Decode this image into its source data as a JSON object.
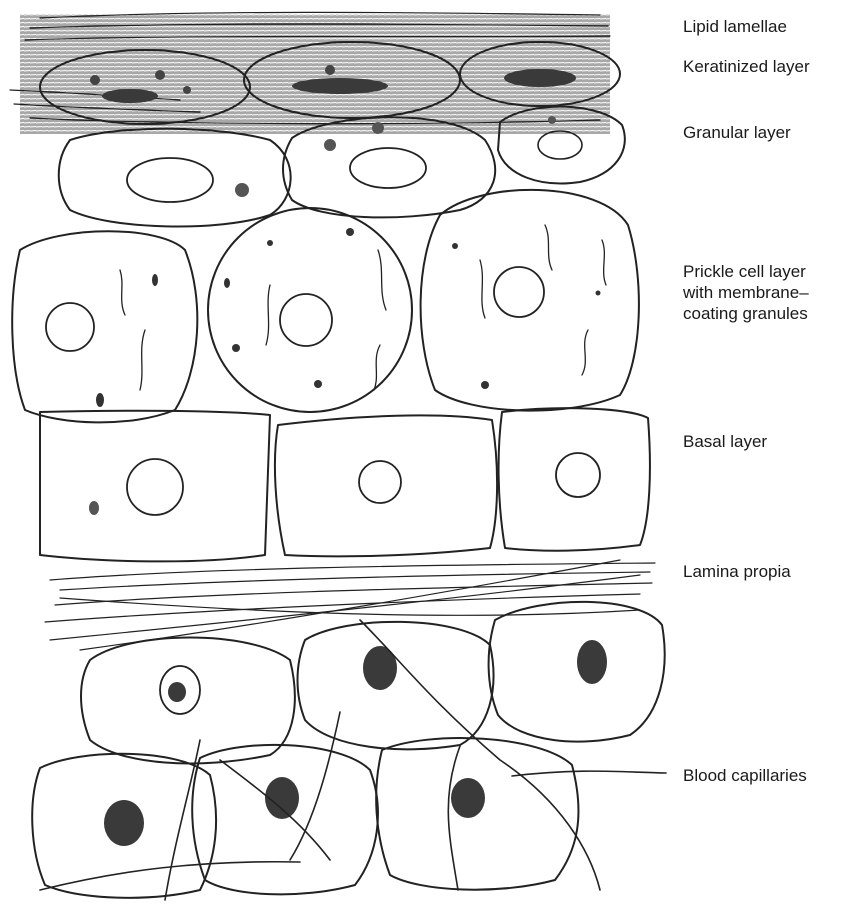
{
  "labels": {
    "lipid_lamellae": "Lipid lamellae",
    "keratinized_layer": "Keratinized layer",
    "granular_layer": "Granular layer",
    "prickle_cell_layer": [
      "Prickle cell layer",
      "with membrane–",
      "coating granules"
    ],
    "basal_layer": "Basal layer",
    "lamina_propia": "Lamina propia",
    "blood_capillaries": "Blood capillaries"
  },
  "colors": {
    "ink": "#222222",
    "hatch": "#555555",
    "nucleus_fill": "#e6e6e6",
    "dark_fill": "#3a3a3a",
    "label_text": "#1a1a1a"
  }
}
